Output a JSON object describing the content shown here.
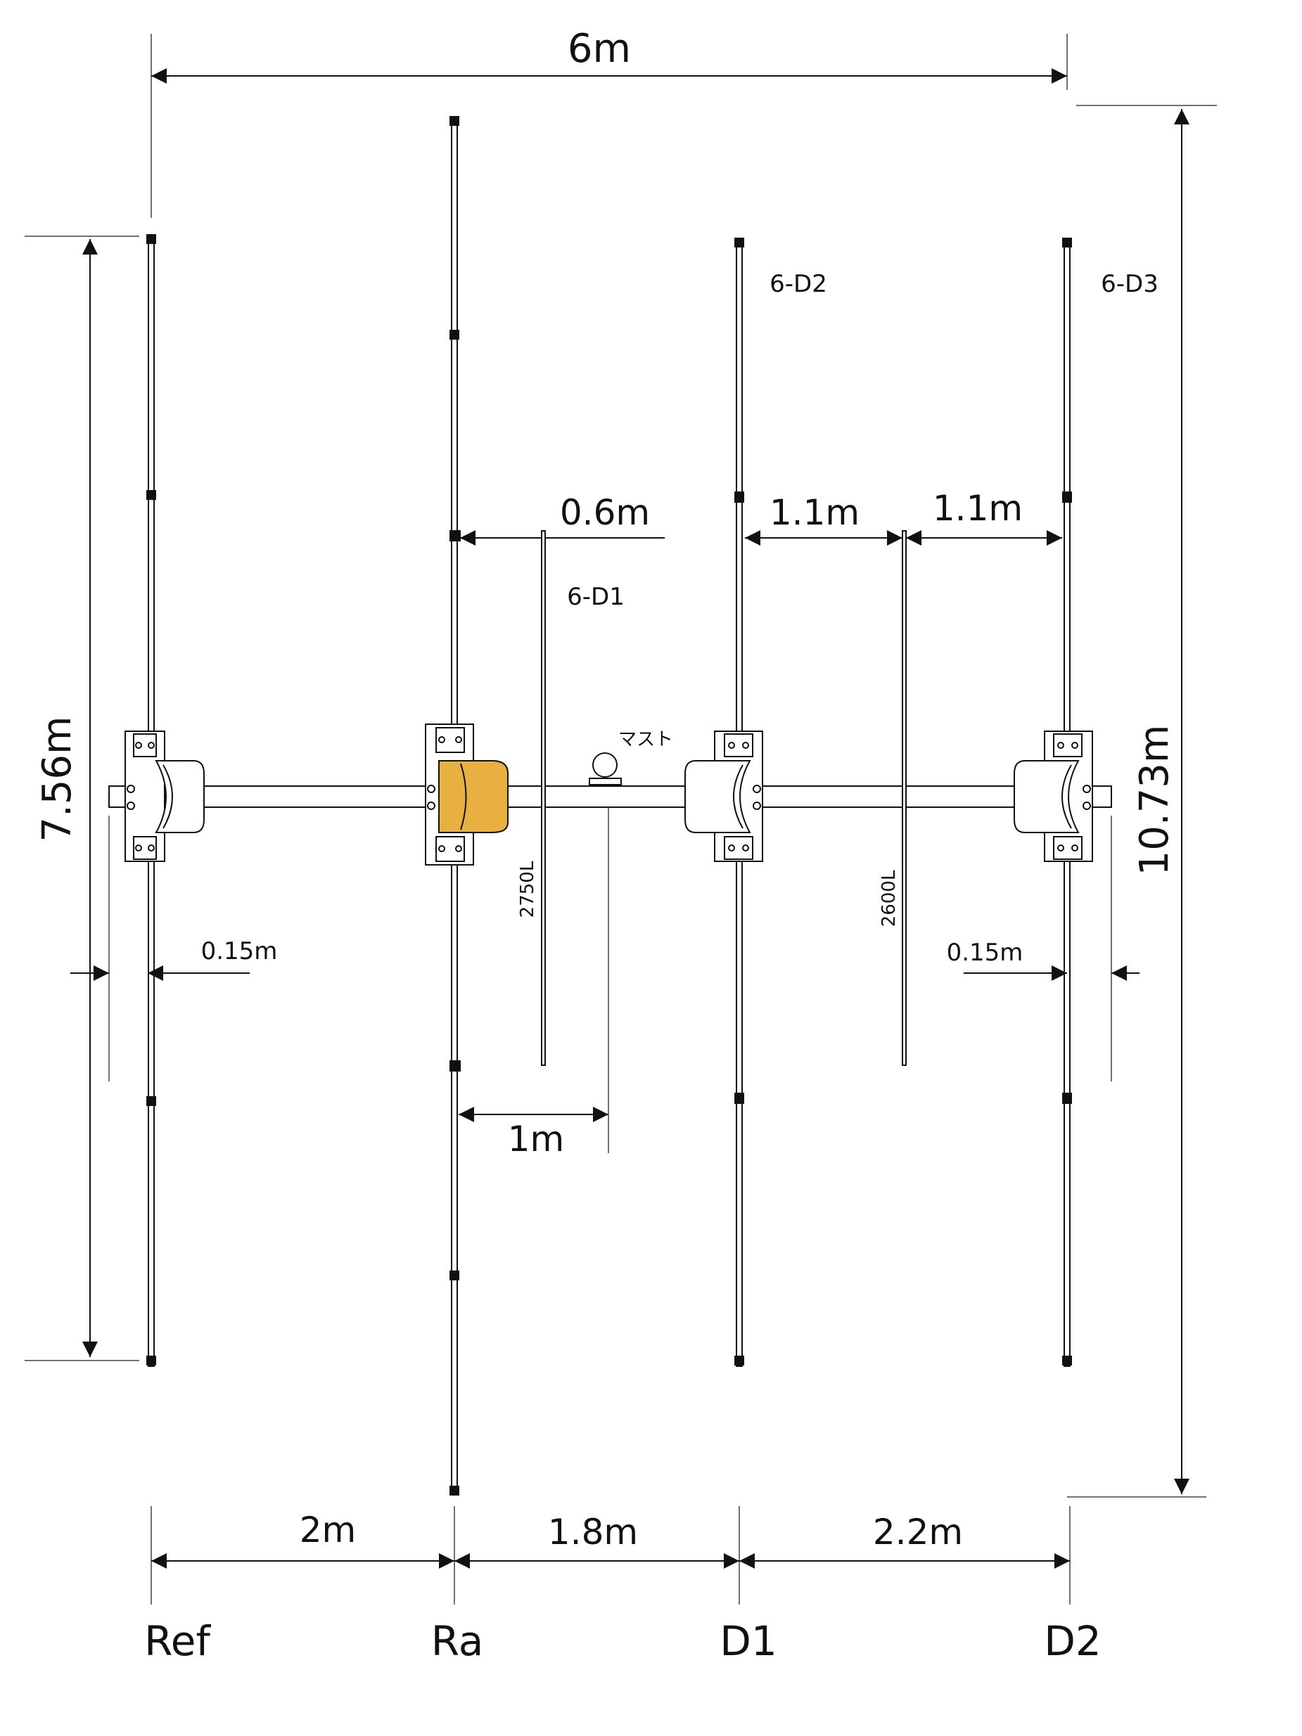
{
  "dimensions": {
    "overall_length": "6m",
    "ref_length": "7.56m",
    "ra_length": "10.73m",
    "ref_ra": "2m",
    "ra_d1": "1.8m",
    "d1_d2": "2.2m",
    "ra_6d1": "0.6m",
    "d1_6d2": "1.1m",
    "6d2_d2": "1.1m",
    "ref_offset": "0.15m",
    "d2_offset": "0.15m",
    "ra_mast": "1m"
  },
  "labels": {
    "d6_1": "6-D1",
    "d6_2": "6-D2",
    "d6_3": "6-D3",
    "d1_len": "2750L",
    "d2_len": "2600L",
    "mast": "マスト"
  },
  "elements": {
    "ref": "Ref",
    "ra": "Ra",
    "d1": "D1",
    "d2": "D2"
  },
  "colors": {
    "line": "#111111",
    "feed_box": "#e8b040",
    "background": "#ffffff"
  }
}
